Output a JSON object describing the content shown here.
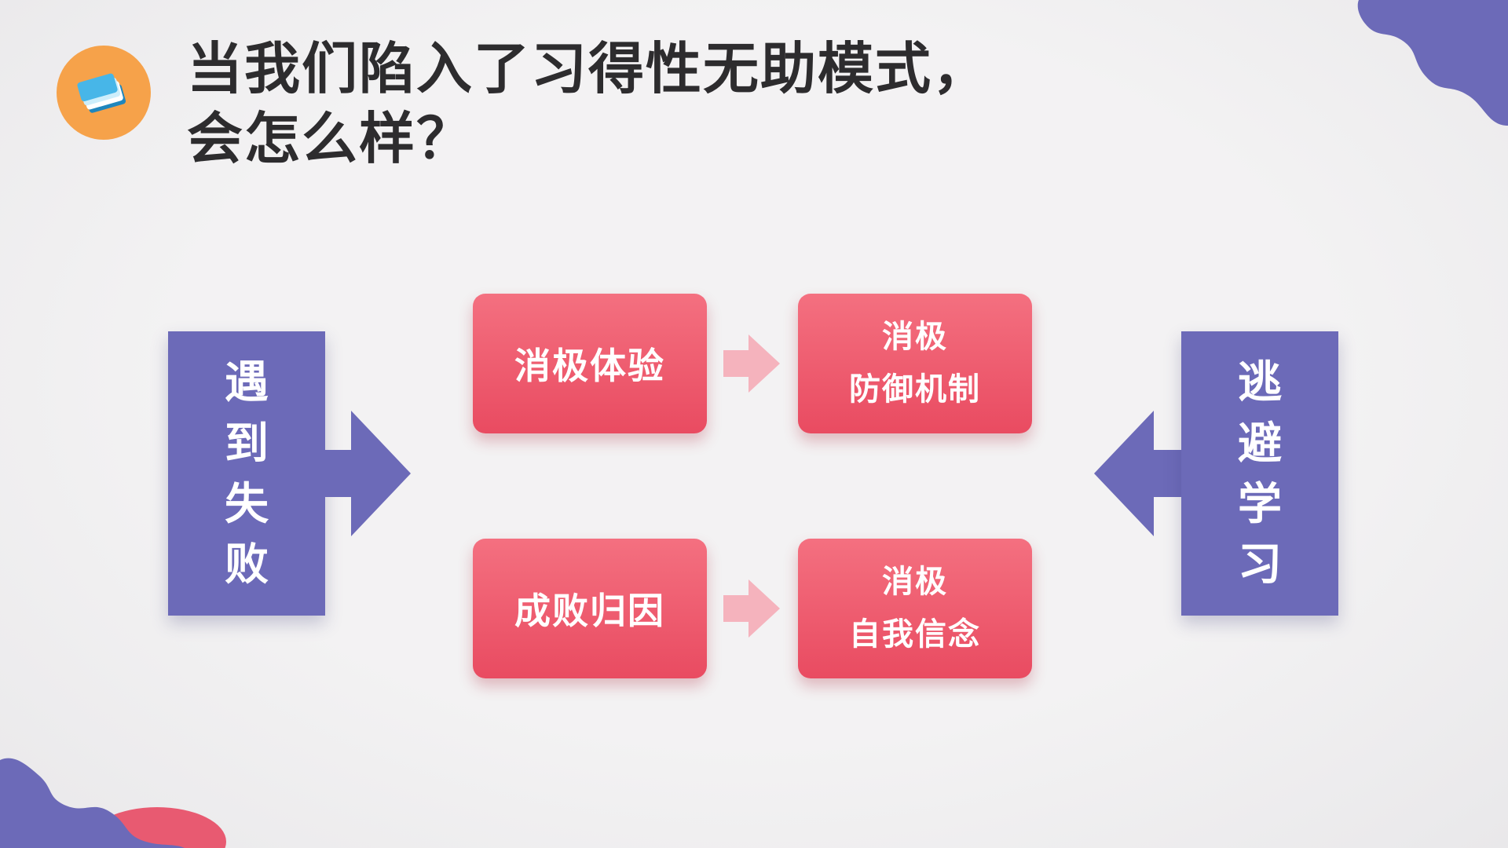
{
  "slide": {
    "title": {
      "line1": "当我们陷入了习得性无助模式，",
      "line2": "会怎么样？"
    }
  },
  "diagram": {
    "left_label": "遇\n到\n失\n败",
    "right_label": "逃\n避\n学\n习",
    "row1": {
      "source": "消极体验",
      "target_line1": "消极",
      "target_line2": "防御机制"
    },
    "row2": {
      "source": "成败归因",
      "target_line1": "消极",
      "target_line2": "自我信念"
    }
  },
  "icons": {
    "badge": "book-icon",
    "left_arrow": "arrow-right-icon",
    "right_arrow": "arrow-left-icon",
    "flow_arrows": "flow-arrow-icon"
  },
  "colors": {
    "purple": "#6c6ab8",
    "pink_gradient_top": "#f47080",
    "pink_gradient_bottom": "#e94b61",
    "pink_arrow": "#f5b3bd",
    "badge_orange": "#f6a24a",
    "title_text": "#2d2c2e",
    "background": "#efeef0"
  }
}
